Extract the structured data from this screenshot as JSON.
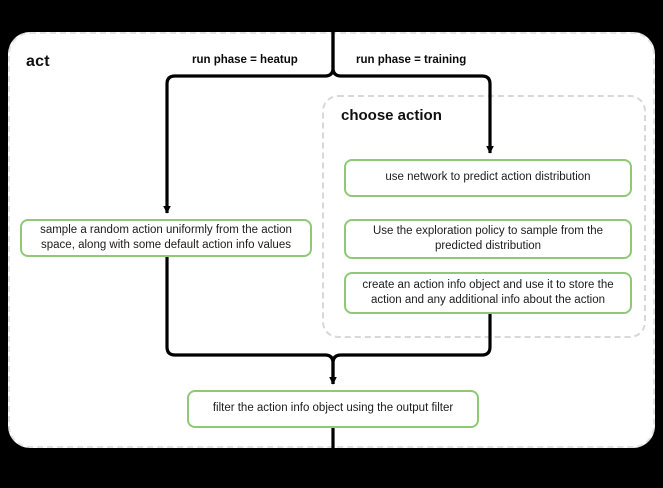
{
  "diagram": {
    "type": "flowchart",
    "title": "act",
    "background_color": "#000000",
    "canvas_color": "#ffffff",
    "accent_color": "#8fc977",
    "container_border_color": "#e2e2e2",
    "edge_color": "#000000"
  },
  "containers": {
    "act": {
      "label": "act",
      "border_style": "dashed"
    },
    "choose_action": {
      "label": "choose action",
      "border_style": "dashed"
    }
  },
  "edge_labels": {
    "heatup": "run phase = heatup",
    "training": "run phase = training"
  },
  "nodes": {
    "sample_random": "sample a random action uniformly from the action space, along with some default action info values",
    "use_network": "use network to predict action distribution",
    "exploration_policy": "Use the exploration policy to sample from the predicted distribution",
    "create_action_info": "create an action info object and use it to store the action and any additional info about the action",
    "filter_action_info": "filter the action info object using the output filter"
  },
  "chart_data": {
    "type": "table",
    "title": "act",
    "nodes": [
      {
        "id": "split",
        "kind": "branch-point",
        "label": ""
      },
      {
        "id": "sample_random",
        "kind": "process",
        "label": "sample a random action uniformly from the action space, along with some default action info values",
        "group": "act"
      },
      {
        "id": "use_network",
        "kind": "process",
        "label": "use network to predict action distribution",
        "group": "choose action"
      },
      {
        "id": "exploration_policy",
        "kind": "process",
        "label": "Use the exploration policy to sample from the predicted distribution",
        "group": "choose action"
      },
      {
        "id": "create_action_info",
        "kind": "process",
        "label": "create an action info object and use it to store the action and any additional info about the action",
        "group": "choose action"
      },
      {
        "id": "filter_action_info",
        "kind": "process",
        "label": "filter the action info object using the output filter",
        "group": "act"
      }
    ],
    "edges": [
      {
        "from": "split",
        "to": "sample_random",
        "label": "run phase = heatup"
      },
      {
        "from": "split",
        "to": "use_network",
        "label": "run phase = training"
      },
      {
        "from": "sample_random",
        "to": "filter_action_info",
        "label": ""
      },
      {
        "from": "create_action_info",
        "to": "filter_action_info",
        "label": ""
      },
      {
        "from": "filter_action_info",
        "to": "exit",
        "label": ""
      }
    ]
  }
}
